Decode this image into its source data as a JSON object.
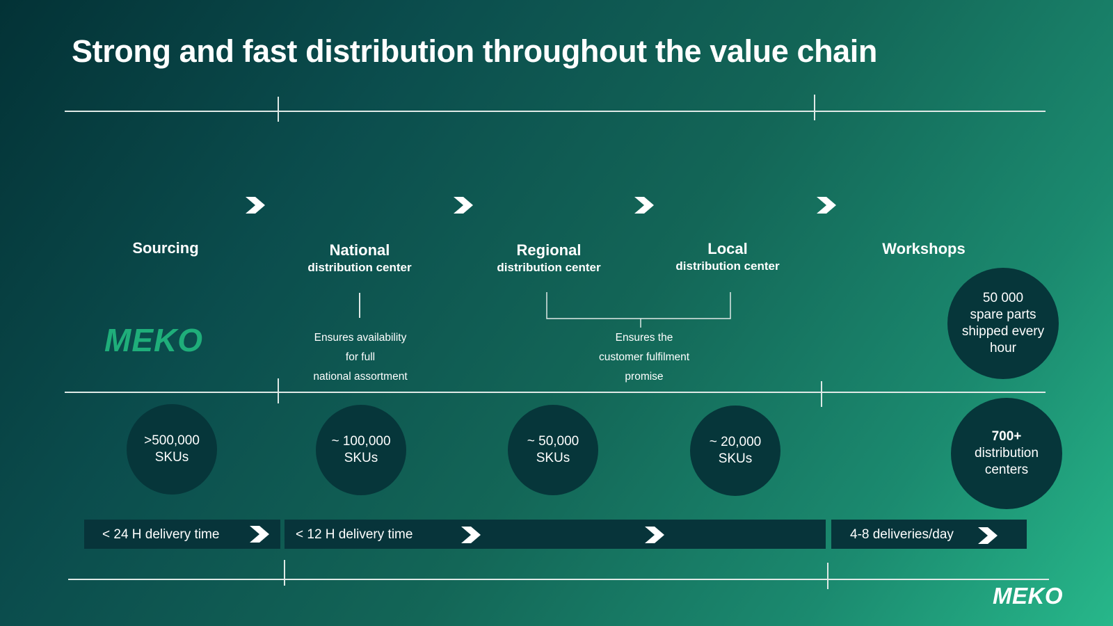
{
  "title": "Strong and fast distribution throughout the value chain",
  "stages": {
    "sourcing": {
      "main": "Sourcing"
    },
    "national": {
      "main": "National",
      "sub": "distribution center"
    },
    "regional": {
      "main": "Regional",
      "sub": "distribution center"
    },
    "local": {
      "main": "Local",
      "sub": "distribution center"
    },
    "workshops": {
      "main": "Workshops"
    }
  },
  "notes": {
    "national": [
      "Ensures availability",
      "for full",
      "national assortment"
    ],
    "regional_local": [
      "Ensures the",
      "customer fulfilment",
      "promise"
    ]
  },
  "circles": {
    "sourcing_skus": ">500,000\nSKUs",
    "national_skus": "~ 100,000\nSKUs",
    "regional_skus": "~ 50,000\nSKUs",
    "local_skus": "~ 20,000\nSKUs",
    "workshops_parts": "50 000\nspare parts\nshipped every\nhour",
    "workshops_centers_bold": "700+",
    "workshops_centers_rest": "distribution\ncenters"
  },
  "bars": {
    "sourcing_delivery": "< 24 H delivery time",
    "dc_delivery": "< 12 H delivery time",
    "workshops_delivery": "4-8 deliveries/day"
  },
  "logos": {
    "sourcing_logo": "MEKO",
    "corner_logo": "MEKO"
  },
  "colors": {
    "accent_green": "#1fae7a",
    "circle_fill": "#06363a",
    "bar_fill": "#07343a",
    "line": "#dfe9e6"
  },
  "icons": {
    "flow_arrow": "chevron-right-icon"
  }
}
